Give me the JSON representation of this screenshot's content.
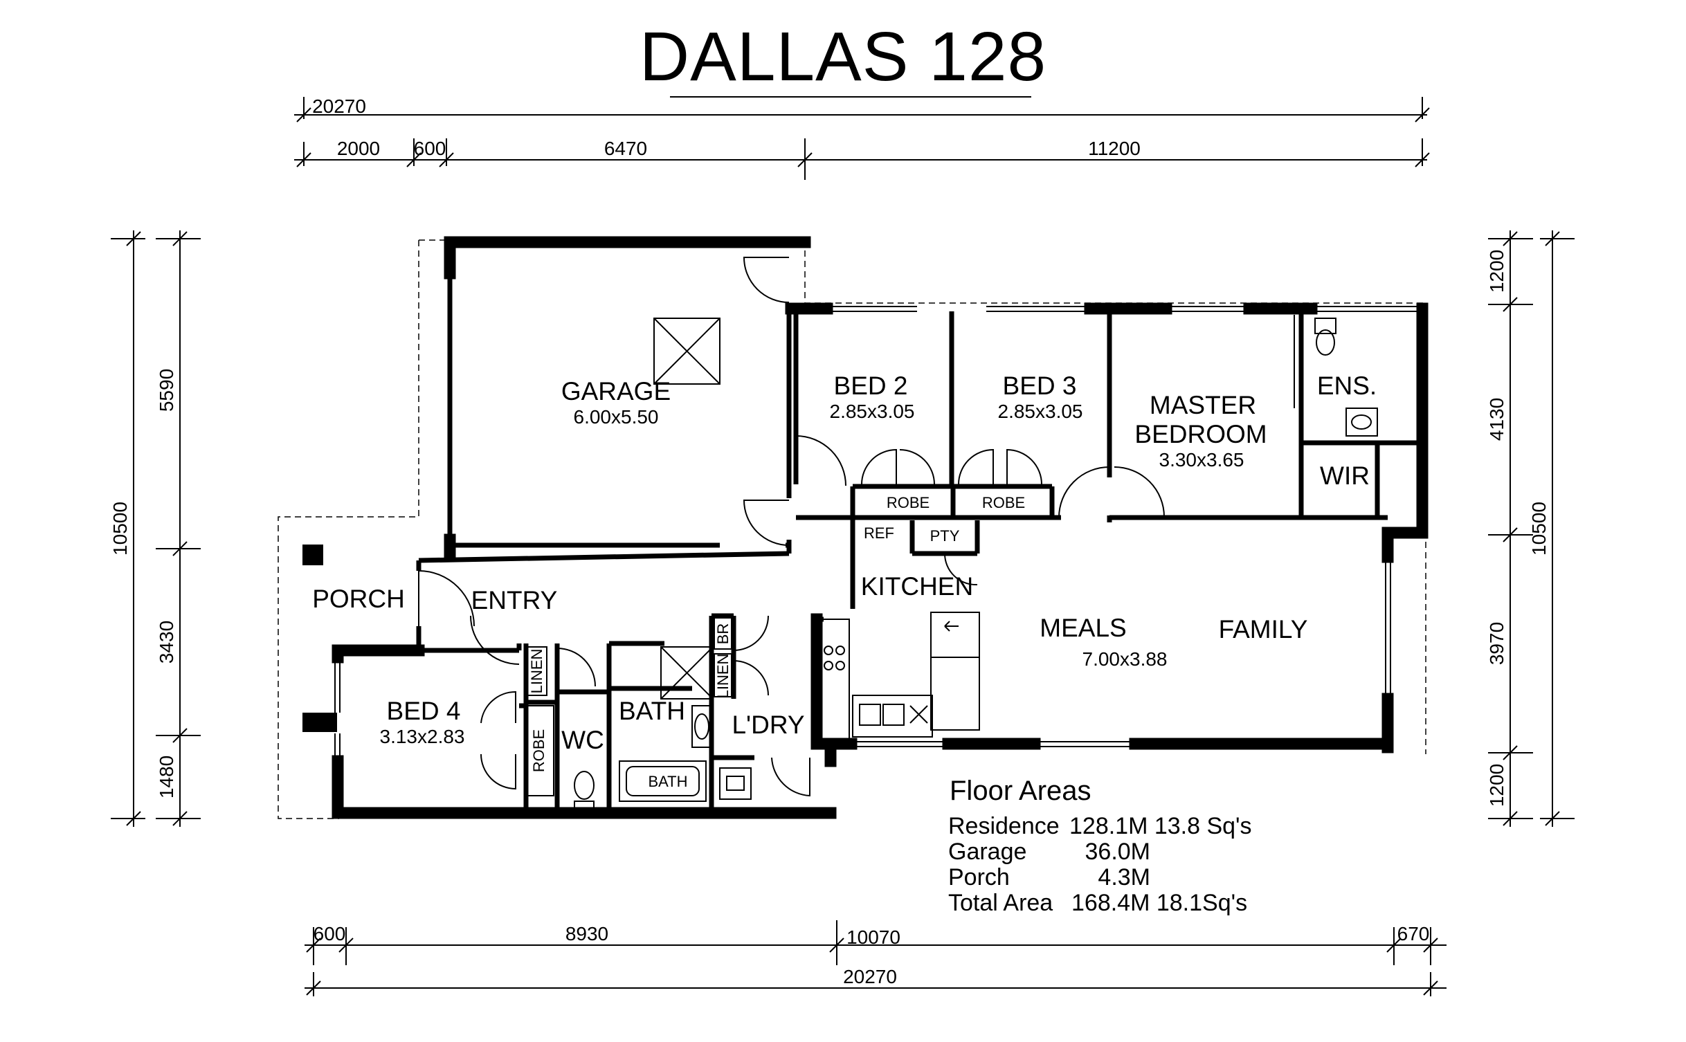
{
  "title": "DALLAS 128",
  "dimensions": {
    "top_overall": "20270",
    "top_segments": [
      "2000",
      "600",
      "6470",
      "11200"
    ],
    "bottom_segments": [
      "600",
      "8930",
      "10070",
      "670"
    ],
    "bottom_overall": "20270",
    "left_overall": "10500",
    "left_segments": [
      "5590",
      "3430",
      "1480"
    ],
    "right_overall": "10500",
    "right_segments": [
      "1200",
      "4130",
      "3970",
      "1200"
    ]
  },
  "rooms": {
    "garage": {
      "name": "GARAGE",
      "size": "6.00x5.50"
    },
    "bed2": {
      "name": "BED 2",
      "size": "2.85x3.05"
    },
    "bed3": {
      "name": "BED 3",
      "size": "2.85x3.05"
    },
    "master": {
      "name1": "MASTER",
      "name2": "BEDROOM",
      "size": "3.30x3.65"
    },
    "ens": "ENS.",
    "wir": "WIR",
    "robe": "ROBE",
    "ref": "REF",
    "pty": "PTY",
    "kitchen": "KITCHEN",
    "meals": "MEALS",
    "family": "FAMILY",
    "living_size": "7.00x3.88",
    "porch": "PORCH",
    "entry": "ENTRY",
    "bed4": {
      "name": "BED 4",
      "size": "3.13x2.83"
    },
    "linen": "LINEN",
    "br": "BR",
    "wc": "WC",
    "bath": "BATH",
    "bathtub": "BATH",
    "laundry": "L'DRY"
  },
  "floor_areas": {
    "heading": "Floor Areas",
    "rows": [
      {
        "label": "Residence",
        "value": "128.1M 13.8 Sq's"
      },
      {
        "label": "Garage",
        "value": "36.0M"
      },
      {
        "label": "Porch",
        "value": "4.3M"
      },
      {
        "label": "Total Area",
        "value": "168.4M 18.1Sq's"
      }
    ]
  }
}
